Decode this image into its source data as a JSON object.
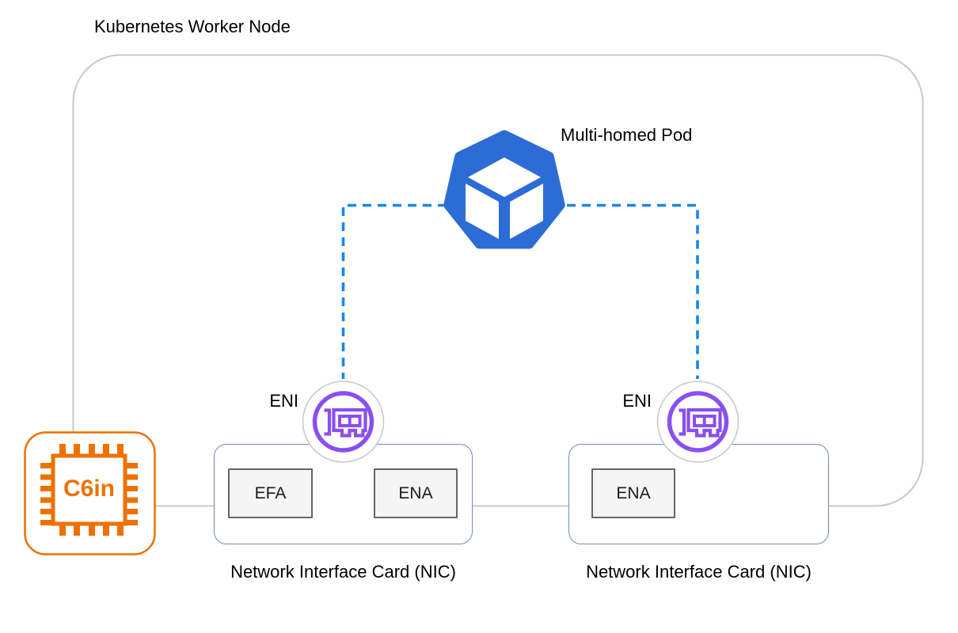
{
  "title": "Kubernetes Worker Node",
  "pod": {
    "label": "Multi-homed Pod"
  },
  "eni": {
    "left_label": "ENI",
    "right_label": "ENI"
  },
  "nic_left": {
    "caption": "Network Interface Card (NIC)",
    "card1": "EFA",
    "card2": "ENA"
  },
  "nic_right": {
    "caption": "Network Interface Card (NIC)",
    "card1": "ENA"
  },
  "instance": {
    "label": "C6in"
  },
  "colors": {
    "pod_blue": "#2D6CD6",
    "connector_blue": "#1687F0",
    "eni_purple": "#8A4FF0",
    "instance_orange": "#ED7100",
    "node_border": "#C9C9C9",
    "nic_border": "#6C8EBF",
    "card_border": "#666666",
    "card_fill": "#F5F5F5"
  }
}
